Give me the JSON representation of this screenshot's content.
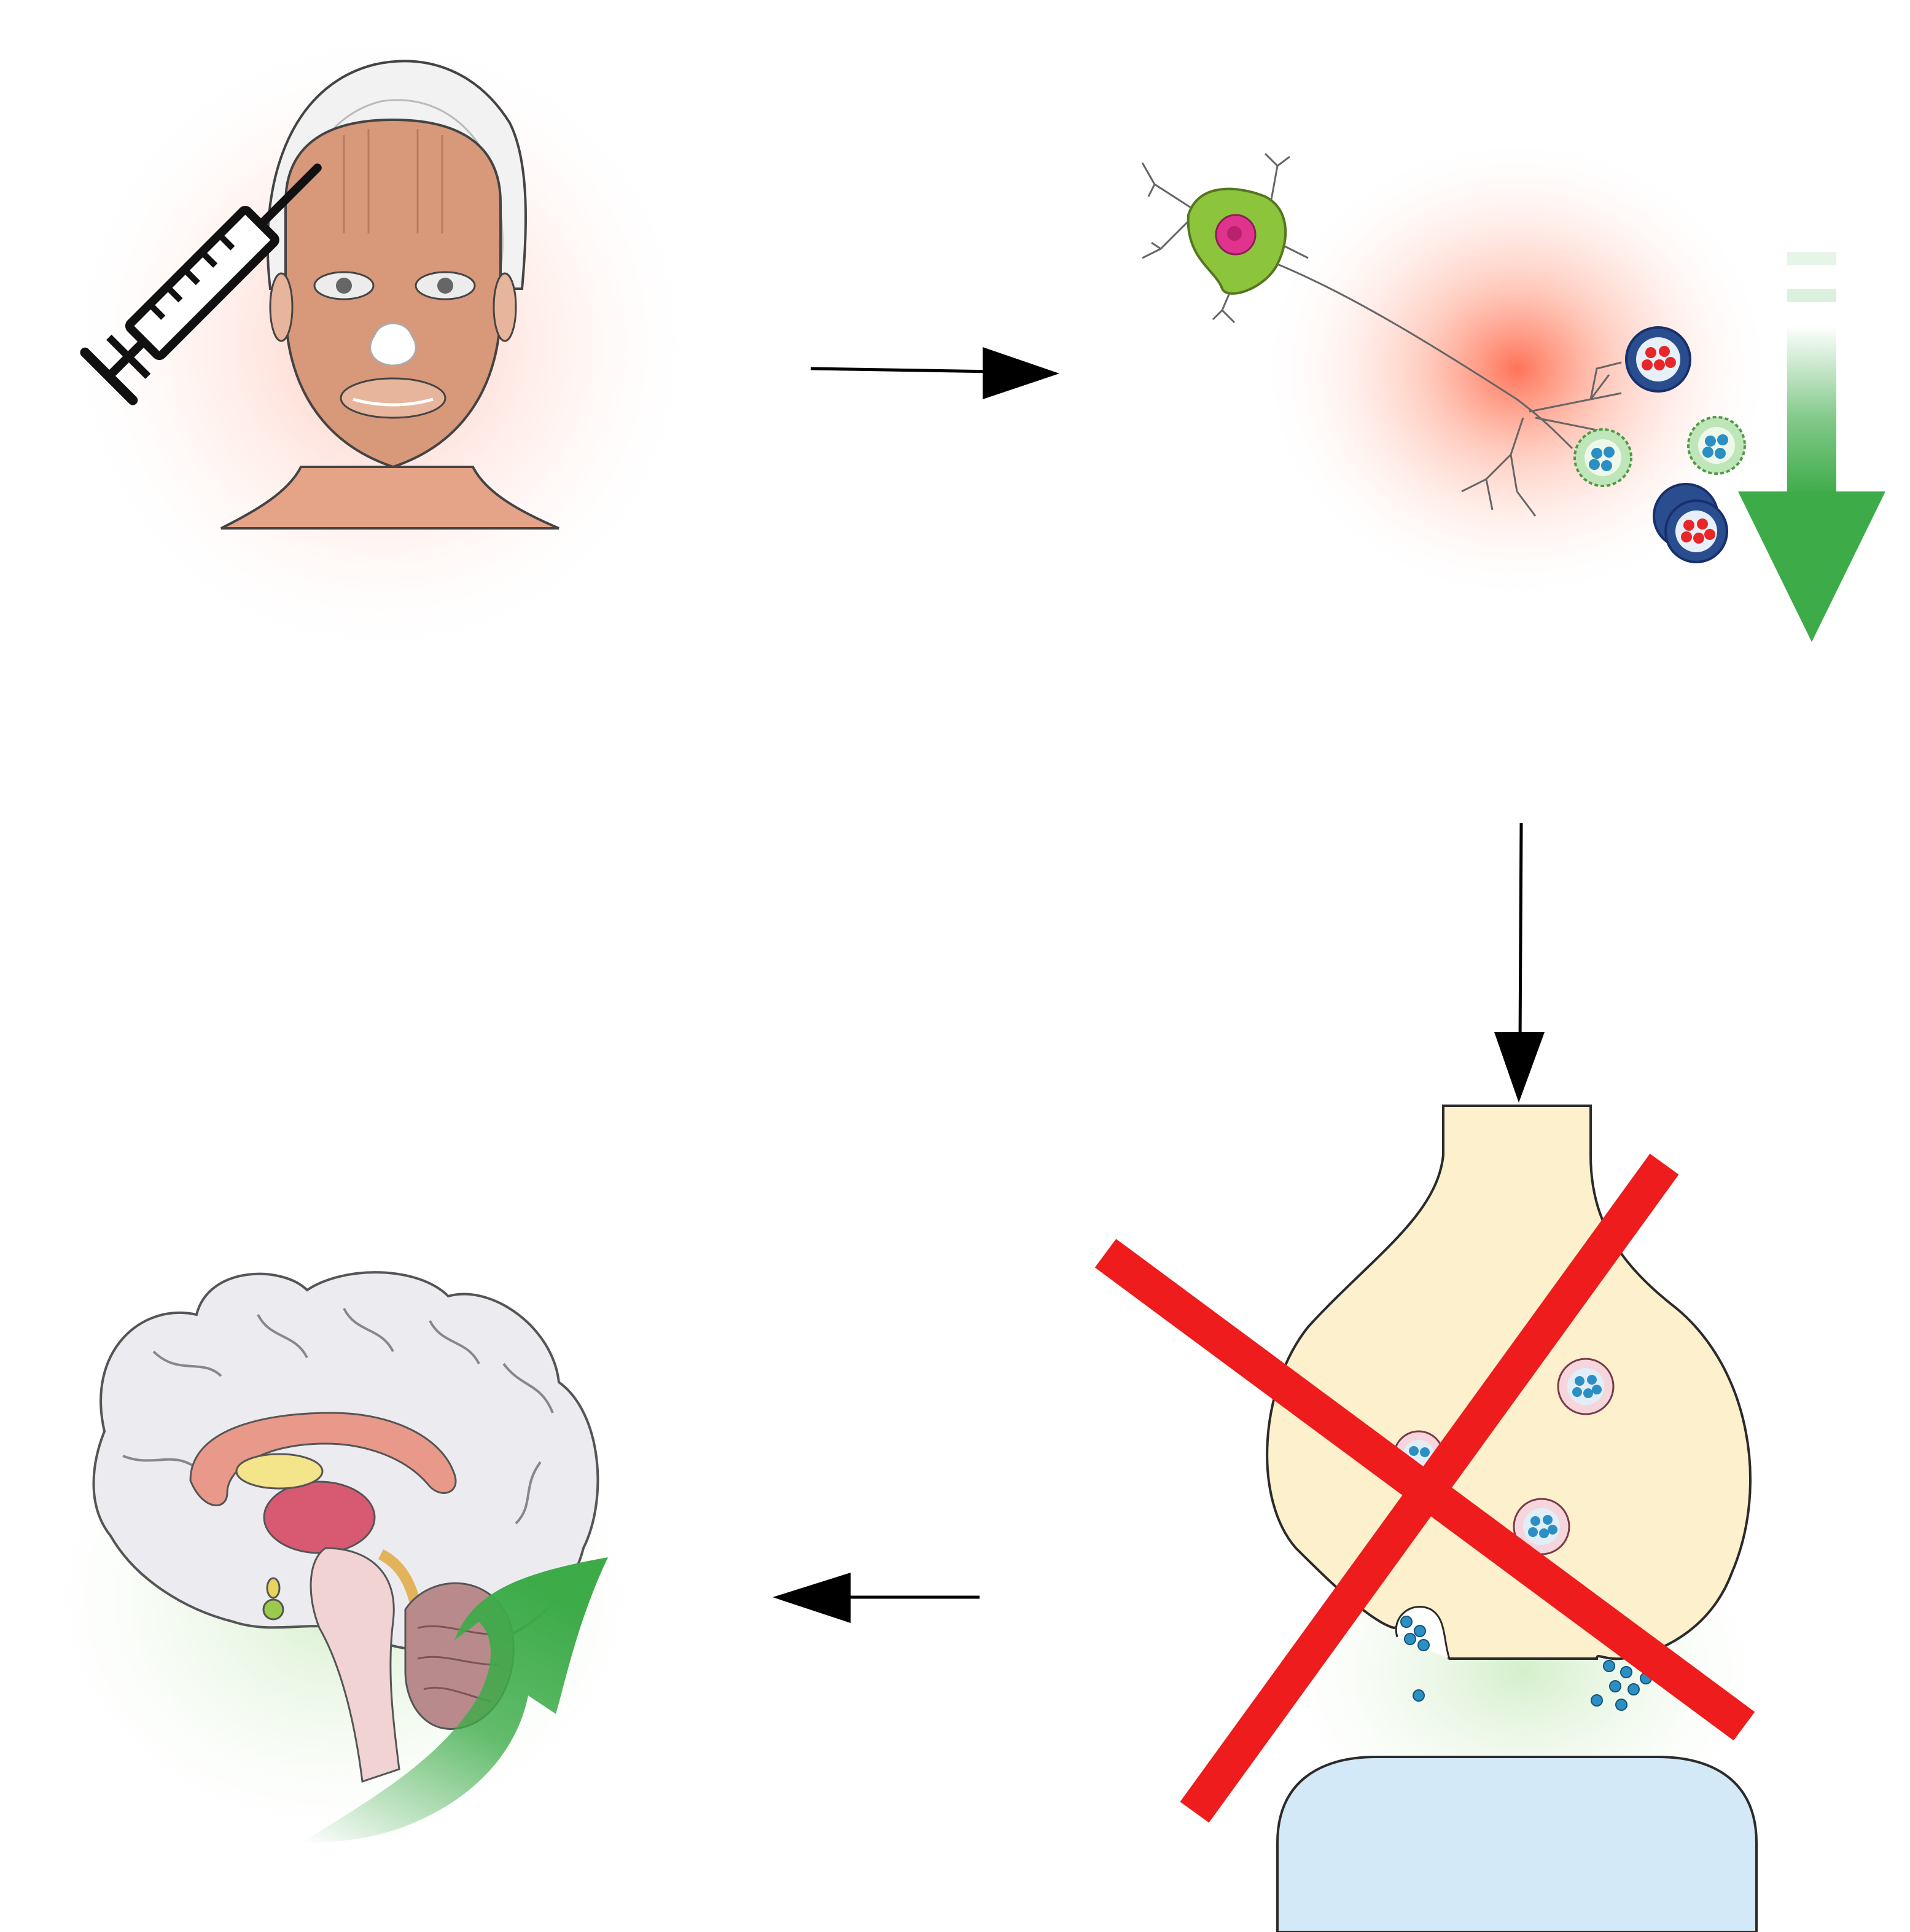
{
  "diagram": {
    "panels": [
      {
        "id": "face-injection",
        "icon": "syringe-face-icon"
      },
      {
        "id": "neuron-release-decrease",
        "icon": "neuron-icon",
        "trend": "decrease"
      },
      {
        "id": "synapse-blocked",
        "icon": "synapse-icon",
        "state": "blocked"
      },
      {
        "id": "brain-feedback-increase",
        "icon": "brain-icon",
        "trend": "increase"
      }
    ],
    "flow": [
      {
        "from": "face-injection",
        "to": "neuron-release-decrease",
        "direction": "right"
      },
      {
        "from": "neuron-release-decrease",
        "to": "synapse-blocked",
        "direction": "down"
      },
      {
        "from": "synapse-blocked",
        "to": "brain-feedback-increase",
        "direction": "left"
      }
    ]
  },
  "colors": {
    "muscle": "#d8987a",
    "neuron_body": "#8cc43c",
    "nucleus": "#e0338d",
    "vesicle_red": "#e8262a",
    "vesicle_blue": "#2c8fc4",
    "vesicle_green_ring": "#8fd18c",
    "decrease_arrow": "#3cab48",
    "increase_arrow": "#3cab48",
    "synapse_terminal": "#fdf0cd",
    "synapse_post": "#d4e9f7",
    "block_cross": "#ee1c1c",
    "glow_red": "#ff6b4a",
    "glow_green": "#9fd98f"
  }
}
